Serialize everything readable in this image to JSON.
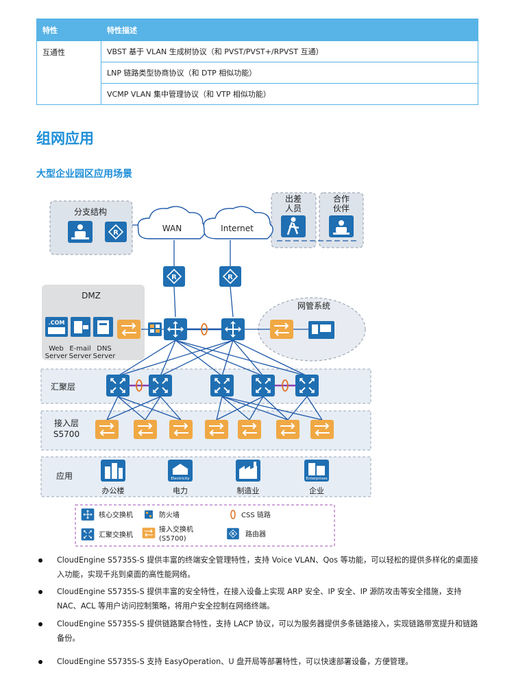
{
  "table": {
    "header": [
      "特性",
      "特性描述"
    ],
    "rows": [
      {
        "feature": "互通性",
        "description": "VBST 基于 VLAN 生成树协议（和 PVST/PVST+/RPVST 互通）"
      },
      {
        "feature": "",
        "description": "LNP 链路类型协商协议（和 DTP 相似功能）"
      },
      {
        "feature": "",
        "description": "VCMP VLAN 集中管理协议（和 VTP 相似功能）"
      }
    ]
  },
  "section_title": "组网应用",
  "subsection_title": "大型企业园区应用场景",
  "diagram": {
    "branch_label": "分支结构",
    "wan_label": "WAN",
    "internet_label": "Internet",
    "traveler_label_1": "出差",
    "traveler_label_2": "人员",
    "partner_label_1": "合作",
    "partner_label_2": "伙伴",
    "dmz_label": "DMZ",
    "com_label": ".COM",
    "web_label_1": "Web",
    "web_label_2": "Server",
    "email_label_1": "E-mail",
    "email_label_2": "Server",
    "dns_label_1": "DNS",
    "dns_label_2": "Server",
    "nms_label": "网管系统",
    "aggregation_label": "汇聚层",
    "access_label_1": "接入层",
    "access_label_2": "S5700",
    "application_label": "应用",
    "app_office": "办公楼",
    "app_power": "电力",
    "app_manufacturing": "制造业",
    "app_enterprise": "企业",
    "electricity_badge": "Electricity",
    "enterprise_badge": "Enterprises",
    "legend": {
      "core_switch": "核心交换机",
      "firewall": "防火墙",
      "css_link": "CSS 链路",
      "agg_switch": "汇聚交换机",
      "access_switch_1": "接入交换机",
      "access_switch_2": "(S5700)",
      "router": "路由器"
    },
    "colors": {
      "core_blue": "#1f6fb2",
      "access_orange": "#f0a844",
      "css_link": "#e07020",
      "line_blue": "#1c57a8"
    }
  },
  "bullets": [
    "CloudEngine S5735S-S 提供丰富的终端安全管理特性，支持 Voice VLAN、Qos 等功能，可以轻松的提供多样化的桌面接入功能，实现千兆到桌面的高性能网络。",
    "CloudEngine S5735S-S 提供丰富的安全特性，在接入设备上实现 ARP 安全、IP 安全、IP 源防攻击等安全措施，支持 NAC、ACL 等用户访问控制策略，将用户安全控制在网络终端。",
    "CloudEngine S5735S-S 提供链路聚合特性，支持 LACP 协议，可以为服务器提供多条链路接入，实现链路带宽提升和链路备份。",
    "CloudEngine S5735S-S 支持 EasyOperation、U 盘开局等部署特性，可以快速部署设备，方便管理。"
  ]
}
